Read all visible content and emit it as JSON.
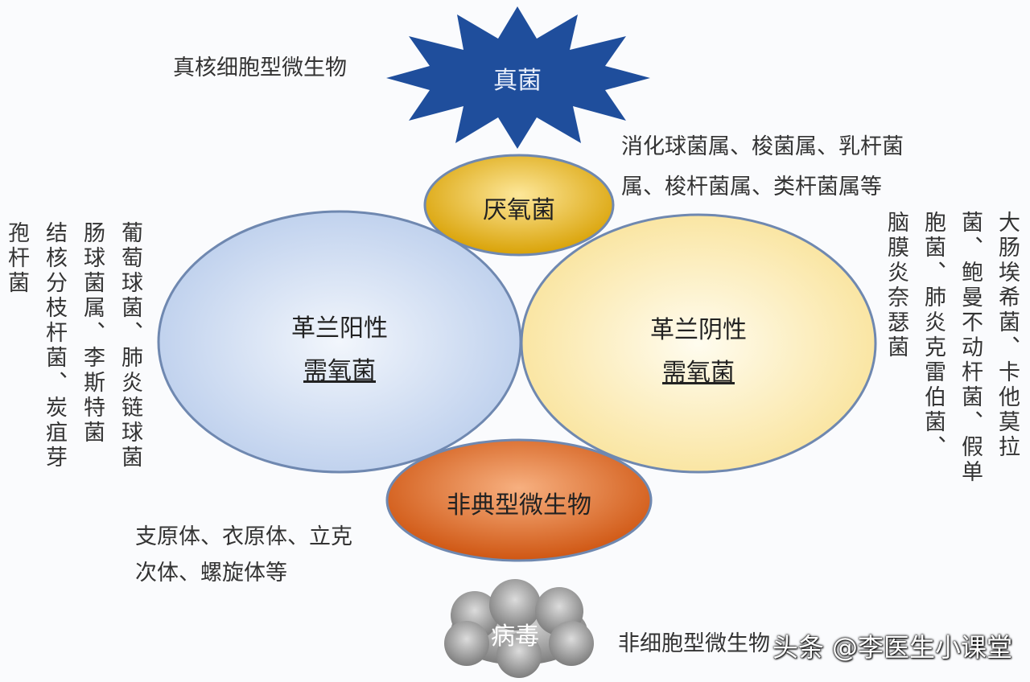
{
  "fungi": {
    "label": "真菌",
    "note": "真核细胞型微生物",
    "color": "#1f4e9c"
  },
  "anaerobes": {
    "label": "厌氧菌",
    "examples": [
      "消化球菌属、梭菌属、乳杆菌",
      "属、梭杆菌属、类杆菌属等"
    ],
    "color": "#e6b20a"
  },
  "gram_positive": {
    "line1": "革兰阳性",
    "line2": "需氧菌",
    "examples": [
      "葡萄球菌、肺炎链球菌",
      "肠球菌属、李斯特菌",
      "结核分枝杆菌、炭疽芽",
      "孢杆菌"
    ],
    "color": "#c4d5ee"
  },
  "gram_negative": {
    "line1": "革兰阴性",
    "line2": "需氧菌",
    "examples": [
      "大肠埃希菌、卡他莫拉",
      "菌、鲍曼不动杆菌、假单",
      "胞菌、肺炎克雷伯菌、",
      "脑膜炎奈瑟菌"
    ],
    "color": "#fbe9a8"
  },
  "atypical": {
    "label": "非典型微生物",
    "examples": [
      "支原体、衣原体、立克",
      "次体、螺旋体等"
    ],
    "color": "#d9621c"
  },
  "virus": {
    "label": "病毒",
    "note": "非细胞型微生物",
    "color": "#8a8a8a"
  },
  "watermark": "头条 @李医生小课堂"
}
